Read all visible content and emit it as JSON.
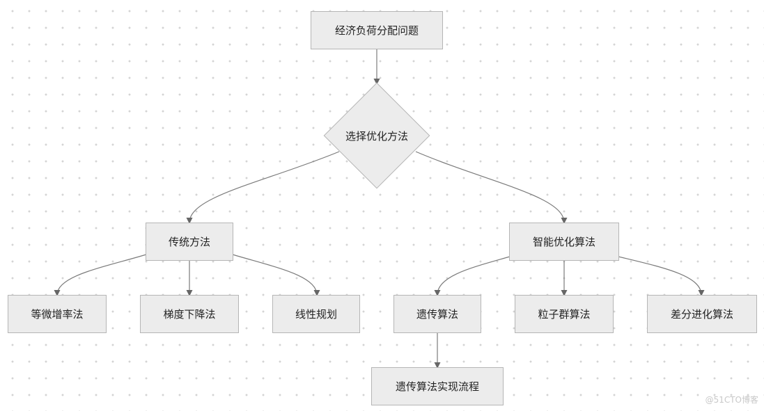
{
  "nodes": {
    "root": "经济负荷分配问题",
    "decision": "选择优化方法",
    "traditional": "传统方法",
    "intelligent": "智能优化算法",
    "equal_rate": "等微增率法",
    "gradient": "梯度下降法",
    "linear": "线性规划",
    "genetic": "遗传算法",
    "pso": "粒子群算法",
    "de": "差分进化算法",
    "genetic_flow": "遗传算法实现流程"
  },
  "watermark": "@51CTO博客"
}
